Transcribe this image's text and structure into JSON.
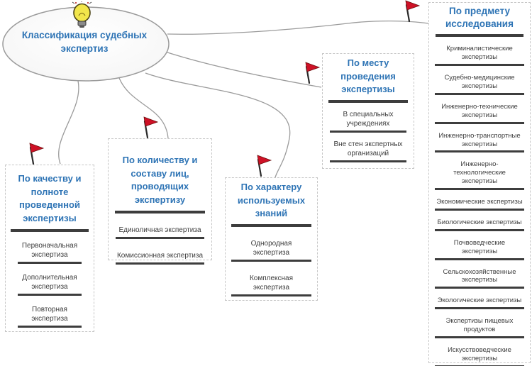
{
  "colors": {
    "accent": "#2E74B5",
    "line": "#3D3D3D",
    "flag": "#CE1126",
    "curve": "#9B9B9B",
    "border": "#C6C6C6",
    "itemtext": "#3D3D3D"
  },
  "center": {
    "title": "Классификация судебных экспертиз",
    "icon": "lightbulb-icon"
  },
  "branches": [
    {
      "title": "По качеству и полноте проведенной экспертизы",
      "items": [
        "Первоначальная экспертиза",
        "Дополнительная экспертиза",
        "Повторная экспертиза"
      ]
    },
    {
      "title": "По количеству и составу лиц, проводящих экспертизу",
      "items": [
        "Единоличная экспертиза",
        "Комиссионная экспертиза"
      ]
    },
    {
      "title": "По характеру используемых знаний",
      "items": [
        "Однородная экспертиза",
        "Комплексная экспертиза"
      ]
    },
    {
      "title": "По месту проведения экспертизы",
      "items": [
        "В специальных учреждениях",
        "Вне стен экспертных организаций"
      ]
    },
    {
      "title": "По предмету исследования",
      "items": [
        "Криминалистические экспертизы",
        "Судебно-медицинские экспертизы",
        "Инженерно-технические экспертизы",
        "Инженерно-транспортные экспертизы",
        "Инженерно-технологические экспертизы",
        "Экономические экспертизы",
        "Биологические экспертизы",
        "Почвоведческие экспертизы",
        "Сельскохозяйственные экспертизы",
        "Экологические экспертизы",
        "Экспертизы пищевых продуктов",
        "Искусствоведческие экспертизы"
      ]
    }
  ]
}
